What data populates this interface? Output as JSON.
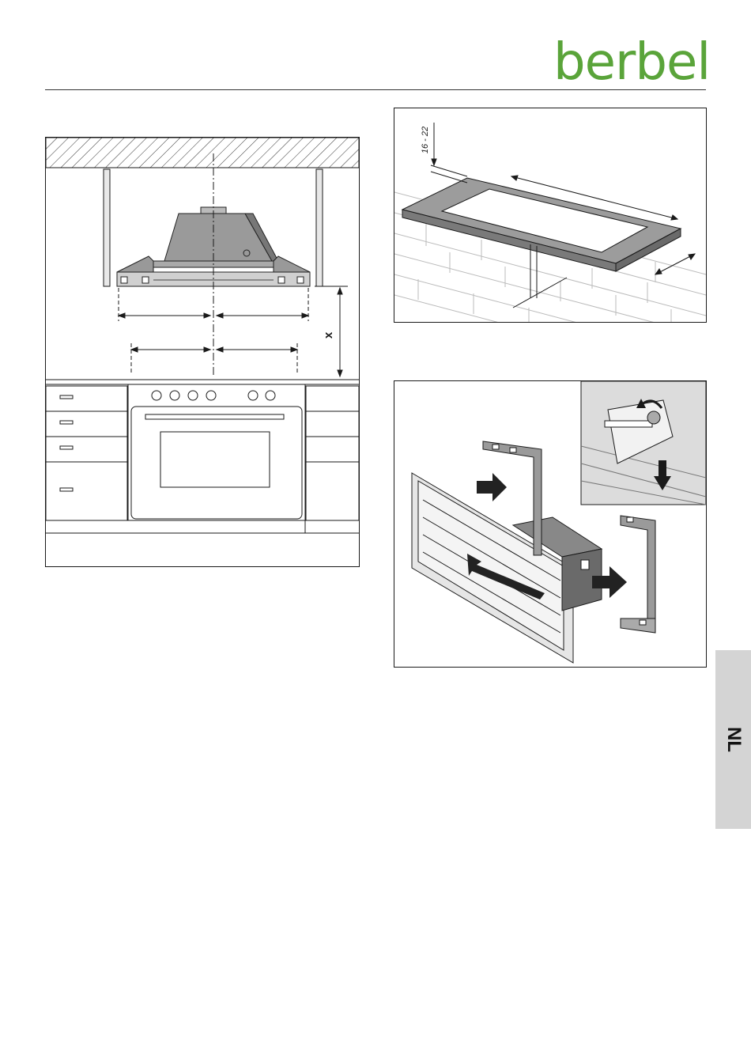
{
  "header": {
    "brand": "berbel",
    "brand_color": "#5aa43a"
  },
  "figures": {
    "hood_over_cooker": {
      "dimension_label": "x"
    },
    "ceiling_cutout": {
      "thickness_label": "16 - 22"
    },
    "mounting_brackets": {}
  },
  "side_tab": {
    "language": "NL",
    "background": "#d4d4d4"
  }
}
